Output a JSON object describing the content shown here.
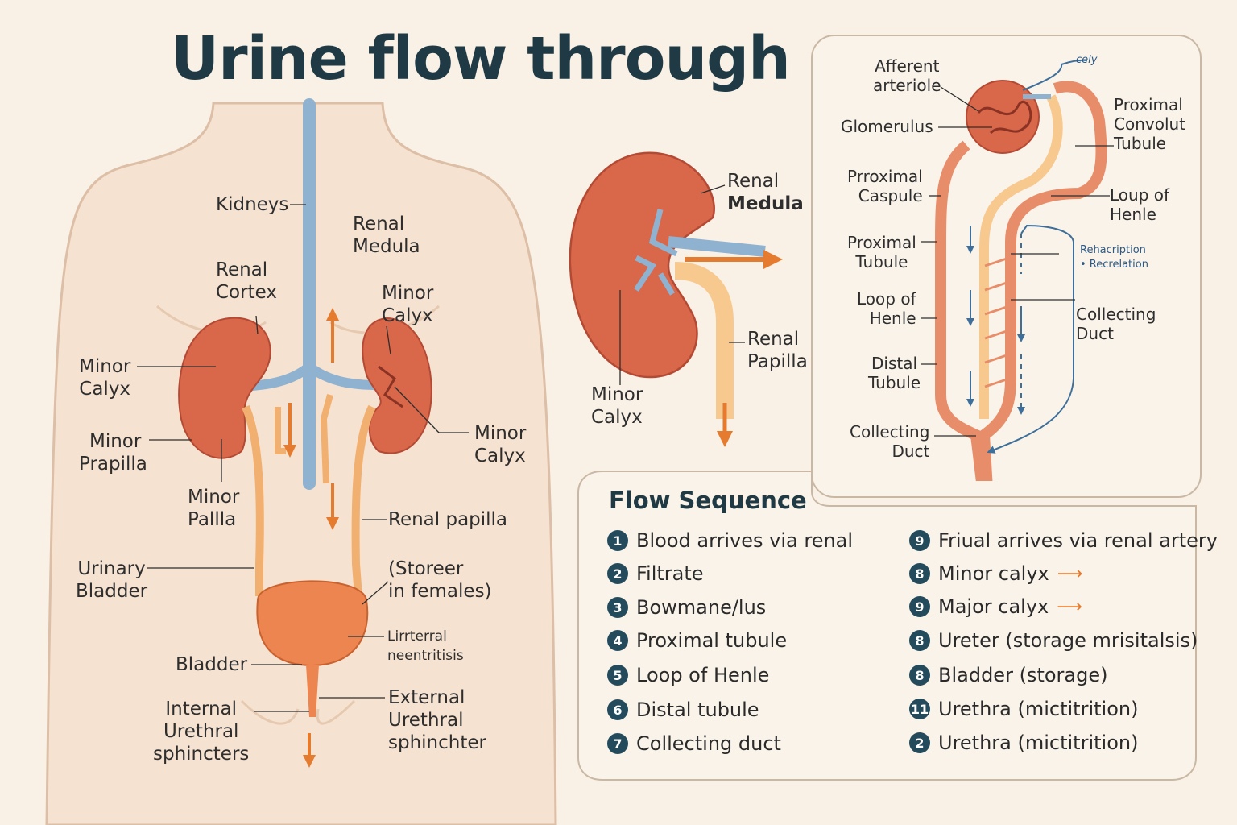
{
  "title": "Urine flow through",
  "body_labels": {
    "kidneys": "Kidneys",
    "renal_medula": [
      "Renal",
      "Medula"
    ],
    "renal_cortex": [
      "Renal",
      "Cortex"
    ],
    "minor_calyx_top": [
      "Minor",
      "Calyx"
    ],
    "minor_calyx_left": [
      "Minor",
      "Calyx"
    ],
    "minor_calyx_right": [
      "Minor",
      "Calyx"
    ],
    "minor_prapilla": [
      "Minor",
      "Prapilla"
    ],
    "minor_pallla": [
      "Minor",
      "Pallla"
    ],
    "renal_papilla": "Renal papilla",
    "urinary_bladder": [
      "Urinary",
      "Bladder"
    ],
    "storeer": [
      "(Storeer",
      "in females)"
    ],
    "lirrterral": [
      "Lirrterral",
      "neentritisis"
    ],
    "bladder": "Bladder",
    "internal_sphincter": [
      "Internal",
      "Urethral",
      "sphincters"
    ],
    "external_sphincter": [
      "External",
      "Urethral",
      "sphinchter"
    ]
  },
  "kidney_labels": {
    "renal_medula": [
      "Renal",
      "Medula"
    ],
    "renal_papilla": [
      "Renal",
      "Papilla"
    ],
    "minor_calyx": [
      "Minor",
      "Calyx"
    ]
  },
  "nephron_labels": {
    "cely": "cely",
    "afferent": [
      "Afferent",
      "arteriole"
    ],
    "glomerulus": "Glomerulus",
    "prroximal_caspule": [
      "Prroximal",
      "Caspule"
    ],
    "proximal_tubule": [
      "Proximal",
      "Tubule"
    ],
    "loop_left": [
      "Loop of",
      "Henle"
    ],
    "distal_tubule": [
      "Distal",
      "Tubule"
    ],
    "collecting_left": [
      "Collecting",
      "Duct"
    ],
    "proximal_convolut": [
      "Proximal",
      "Convolut",
      "Tubule"
    ],
    "loup_of_henle": [
      "Loup of",
      "Henle"
    ],
    "rehacription": "Rehacription",
    "recrelation": "• Recrelation",
    "collecting_right": [
      "Collecting",
      "Duct"
    ]
  },
  "flow_sequence": {
    "title": "Flow Sequence",
    "left": [
      {
        "num": "1",
        "text": "Blood arrives via renal"
      },
      {
        "num": "2",
        "text": "Filtrate"
      },
      {
        "num": "3",
        "text": "Bowmane/lus"
      },
      {
        "num": "4",
        "text": "Proximal tubule"
      },
      {
        "num": "5",
        "text": "Loop of Henle"
      },
      {
        "num": "6",
        "text": "Distal tubule"
      },
      {
        "num": "7",
        "text": "Collecting duct"
      }
    ],
    "right": [
      {
        "num": "9",
        "text": "Friual arrives via renal artery",
        "arrow": ""
      },
      {
        "num": "8",
        "text": "Minor calyx",
        "arrow": "⟶"
      },
      {
        "num": "9",
        "text": "Major calyx",
        "arrow": "⟶"
      },
      {
        "num": "8",
        "text": "Ureter (storage mrisitalsis)",
        "arrow": ""
      },
      {
        "num": "8",
        "text": "Bladder (storage)",
        "arrow": ""
      },
      {
        "num": "11",
        "text": "Urethra (mictitrition)",
        "arrow": ""
      },
      {
        "num": "2",
        "text": "Urethra (mictitrition)",
        "arrow": ""
      }
    ]
  },
  "colors": {
    "background": "#f9f0e6",
    "skin": "#f6e2d0",
    "kidney": "#d9674a",
    "ureter": "#f2b070",
    "vessel": "#8fb2d0",
    "arrow": "#e57b2f",
    "title": "#1f3a44"
  }
}
